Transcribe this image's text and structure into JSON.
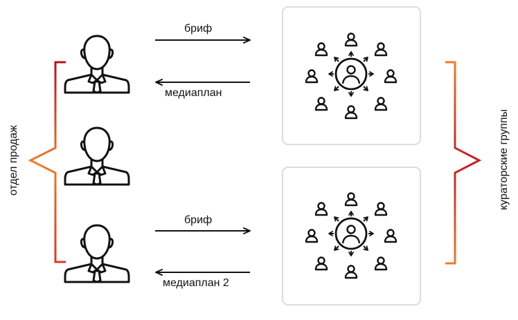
{
  "labels": {
    "brief_top": "бриф",
    "mediaplan_top": "медиаплан",
    "brief_bottom": "бриф",
    "mediaplan_bottom": "медиаплан 2",
    "left_group": "отдел продаж",
    "right_group": "кураторские группы"
  },
  "colors": {
    "brace_dark_red": "#b3121e",
    "brace_orange": "#f07a2a",
    "panel_border": "#dcdcdc",
    "ink": "#111111"
  },
  "icons": {
    "person": "businessman-icon",
    "network": "curator-network-icon"
  }
}
